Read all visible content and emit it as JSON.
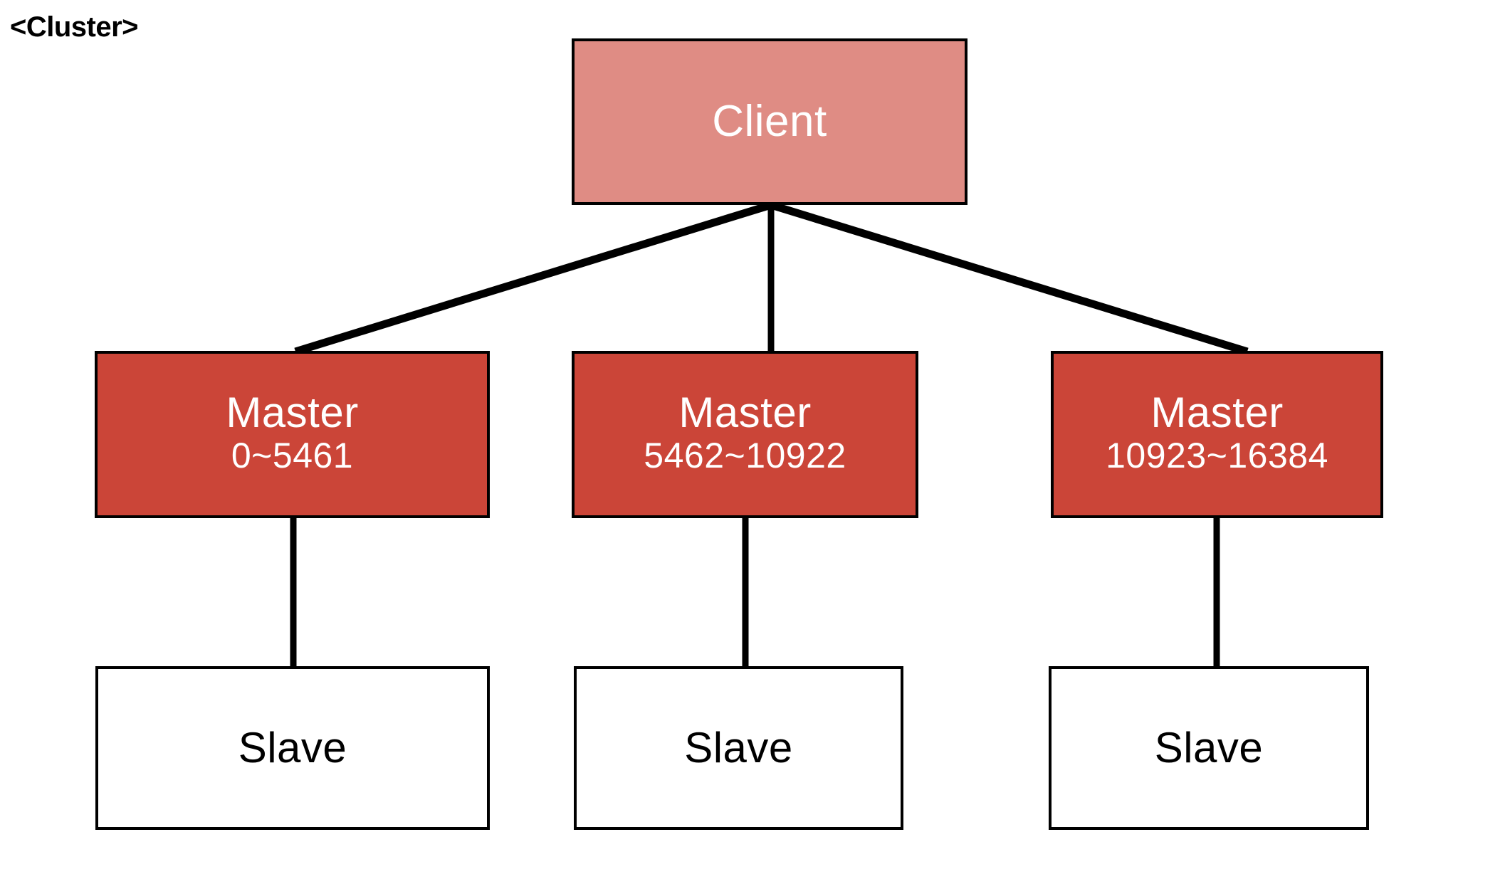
{
  "diagram": {
    "title": "<Cluster>",
    "background_color": "#ffffff",
    "edge_color": "#000000",
    "colors": {
      "client_fill": "#df8c84",
      "master_fill": "#cb4538",
      "slave_fill": "#ffffff",
      "border": "#000000",
      "light_text": "#ffffff",
      "dark_text": "#000000"
    },
    "client": {
      "label": "Client"
    },
    "masters": [
      {
        "label": "Master",
        "slot_range": "0~5461"
      },
      {
        "label": "Master",
        "slot_range": "5462~10922"
      },
      {
        "label": "Master",
        "slot_range": "10923~16384"
      }
    ],
    "slaves": [
      {
        "label": "Slave"
      },
      {
        "label": "Slave"
      },
      {
        "label": "Slave"
      }
    ],
    "edges": [
      {
        "from": "client",
        "to": "master-0",
        "kind": "diagonal"
      },
      {
        "from": "client",
        "to": "master-1",
        "kind": "vertical"
      },
      {
        "from": "client",
        "to": "master-2",
        "kind": "diagonal"
      },
      {
        "from": "master-0",
        "to": "slave-0",
        "kind": "vertical"
      },
      {
        "from": "master-1",
        "to": "slave-1",
        "kind": "vertical"
      },
      {
        "from": "master-2",
        "to": "slave-2",
        "kind": "vertical"
      }
    ]
  }
}
